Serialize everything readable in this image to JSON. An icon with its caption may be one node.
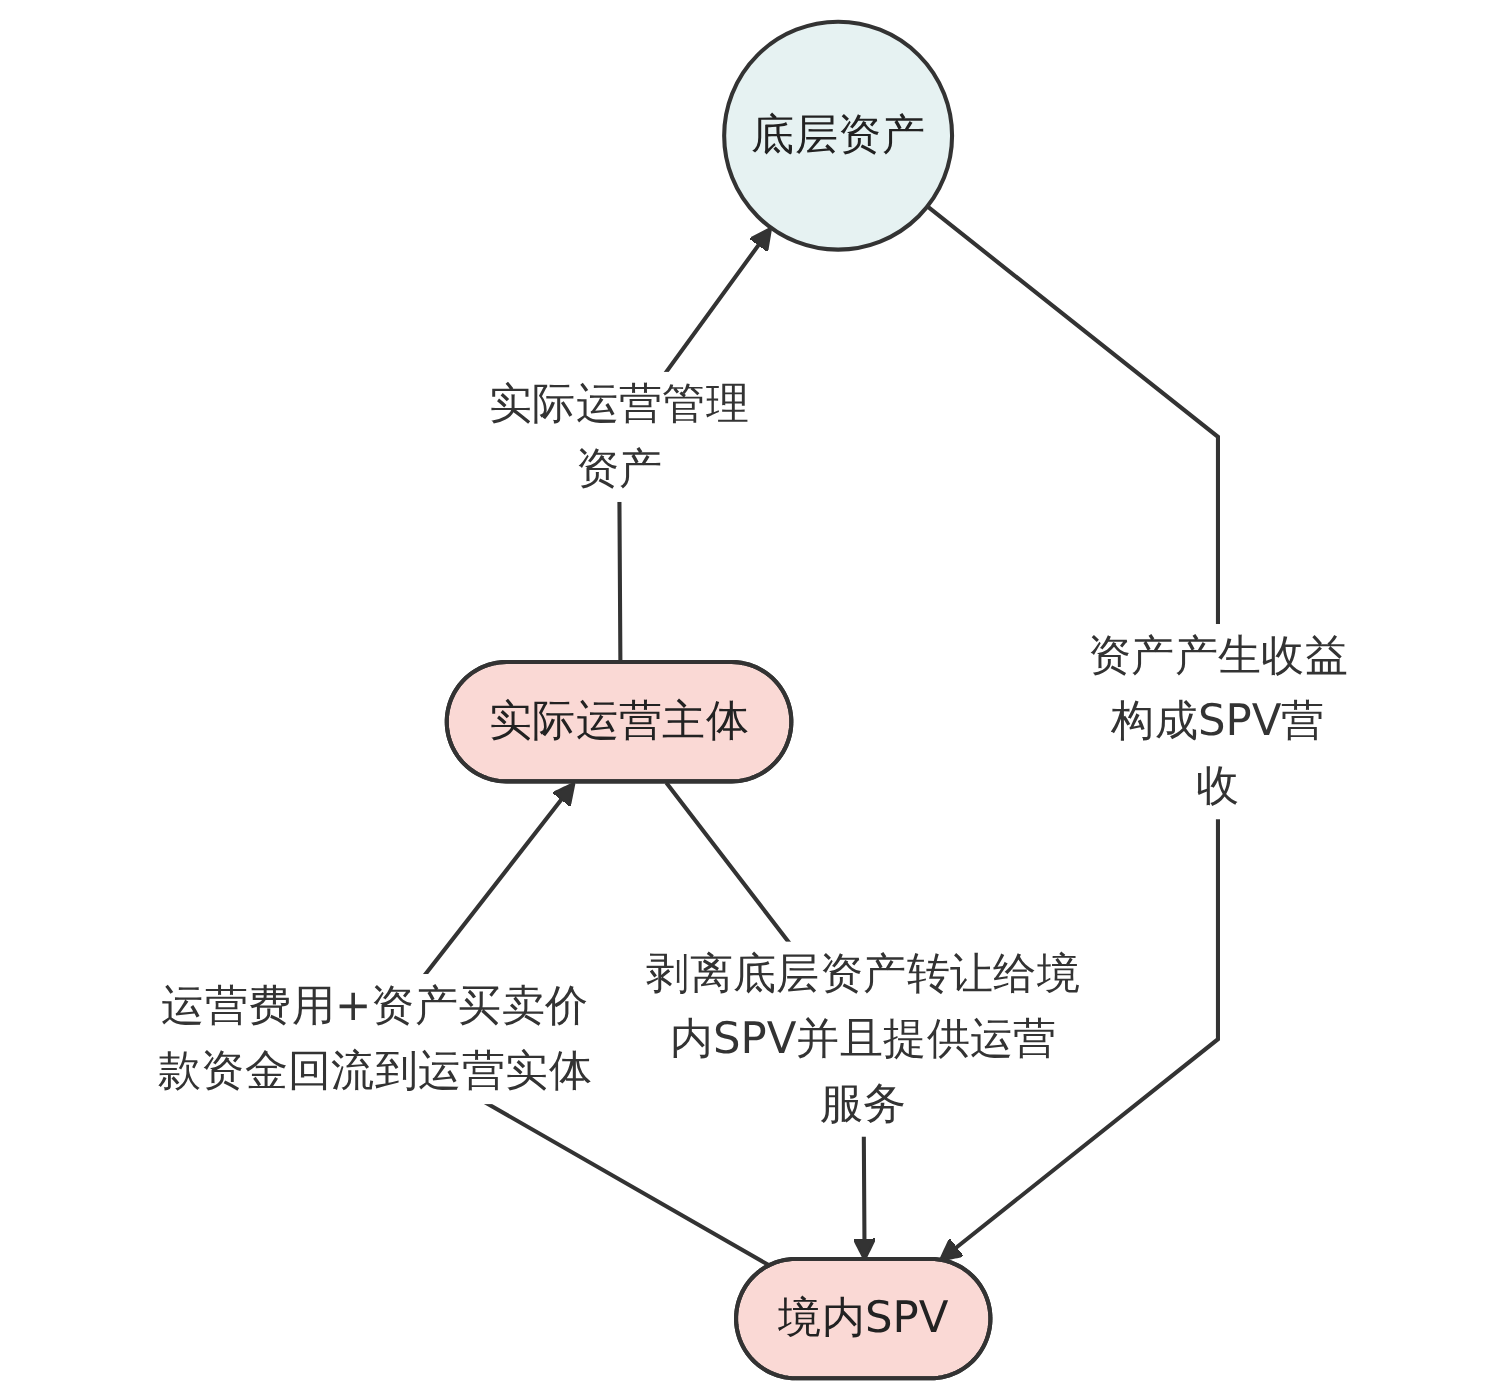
{
  "diagram": {
    "nodes": [
      {
        "text": [
          "境内SPV"
        ]
      },
      {
        "text": [
          "底层资产"
        ]
      },
      {
        "text": [
          "实际运营主体"
        ]
      }
    ],
    "edges": [
      {
        "from": 1,
        "to": 0,
        "arrow": "to",
        "label": "资产产生收益构成SPV营收"
      },
      {
        "from": 2,
        "to": 1,
        "arrow": "to",
        "label": "实际运营管理资产"
      },
      {
        "from": 0,
        "to": 2,
        "arrow": "to",
        "label": "运营费用+资产买卖价款资金回流到运营实体"
      },
      {
        "from": 2,
        "to": 0,
        "arrow": "to",
        "label": "剥离底层资产转让给境内SPV并且提供运营服务"
      }
    ]
  }
}
